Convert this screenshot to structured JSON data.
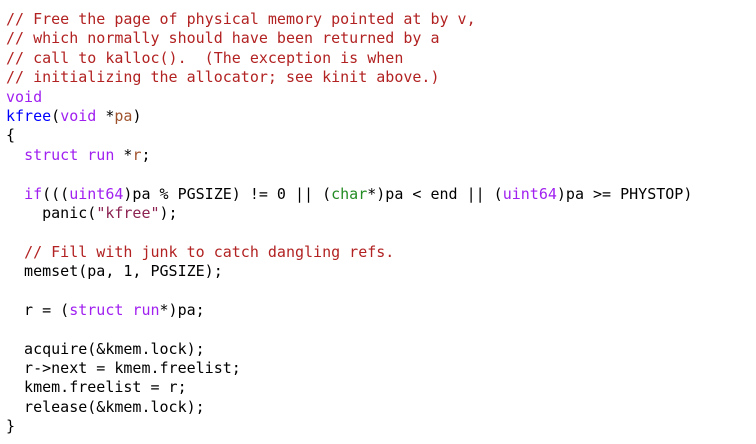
{
  "editor": {
    "lines": [
      [
        {
          "t": "// Free the page of physical memory pointed at by v,",
          "c": "comment"
        }
      ],
      [
        {
          "t": "// which normally should have been returned by a",
          "c": "comment"
        }
      ],
      [
        {
          "t": "// call to kalloc().  (The exception is when",
          "c": "comment"
        }
      ],
      [
        {
          "t": "// initializing the allocator; see kinit above.)",
          "c": "comment"
        }
      ],
      [
        {
          "t": "void",
          "c": "type"
        }
      ],
      [
        {
          "t": "kfree",
          "c": "func"
        },
        {
          "t": "(",
          "c": "plain"
        },
        {
          "t": "void",
          "c": "type"
        },
        {
          "t": " *",
          "c": "plain"
        },
        {
          "t": "pa",
          "c": "var"
        },
        {
          "t": ")",
          "c": "plain"
        }
      ],
      [
        {
          "t": "{",
          "c": "plain"
        }
      ],
      [
        {
          "t": "  ",
          "c": "plain"
        },
        {
          "t": "struct",
          "c": "type"
        },
        {
          "t": " ",
          "c": "plain"
        },
        {
          "t": "run",
          "c": "type"
        },
        {
          "t": " *",
          "c": "plain"
        },
        {
          "t": "r",
          "c": "var"
        },
        {
          "t": ";",
          "c": "plain"
        }
      ],
      [],
      [
        {
          "t": "  ",
          "c": "plain"
        },
        {
          "t": "if",
          "c": "type"
        },
        {
          "t": "(((",
          "c": "plain"
        },
        {
          "t": "uint64",
          "c": "type"
        },
        {
          "t": ")pa % PGSIZE) != 0 || (",
          "c": "plain"
        },
        {
          "t": "char",
          "c": "type2"
        },
        {
          "t": "*)pa < end || (",
          "c": "plain"
        },
        {
          "t": "uint64",
          "c": "type"
        },
        {
          "t": ")pa >= PHYSTOP)",
          "c": "plain"
        }
      ],
      [
        {
          "t": "    panic(",
          "c": "plain"
        },
        {
          "t": "\"kfree\"",
          "c": "string"
        },
        {
          "t": ");",
          "c": "plain"
        }
      ],
      [],
      [
        {
          "t": "  ",
          "c": "plain"
        },
        {
          "t": "// Fill with junk to catch dangling refs.",
          "c": "comment"
        }
      ],
      [
        {
          "t": "  memset(pa, 1, PGSIZE);",
          "c": "plain"
        }
      ],
      [],
      [
        {
          "t": "  r = (",
          "c": "plain"
        },
        {
          "t": "struct",
          "c": "type"
        },
        {
          "t": " ",
          "c": "plain"
        },
        {
          "t": "run",
          "c": "type"
        },
        {
          "t": "*)pa;",
          "c": "plain"
        }
      ],
      [],
      [
        {
          "t": "  acquire(&kmem.lock);",
          "c": "plain"
        }
      ],
      [
        {
          "t": "  r->next = kmem.freelist;",
          "c": "plain"
        }
      ],
      [
        {
          "t": "  kmem.freelist = r;",
          "c": "plain"
        }
      ],
      [
        {
          "t": "  release(&kmem.lock);",
          "c": "plain"
        }
      ],
      [
        {
          "t": "}",
          "c": "plain"
        }
      ]
    ]
  },
  "colors": {
    "background": "#ffffff",
    "comment": "#b22222",
    "type": "#a020f0",
    "function": "#0000ff",
    "variable": "#a0522d",
    "string": "#8b2252",
    "type2": "#228b22",
    "plain": "#000000"
  }
}
